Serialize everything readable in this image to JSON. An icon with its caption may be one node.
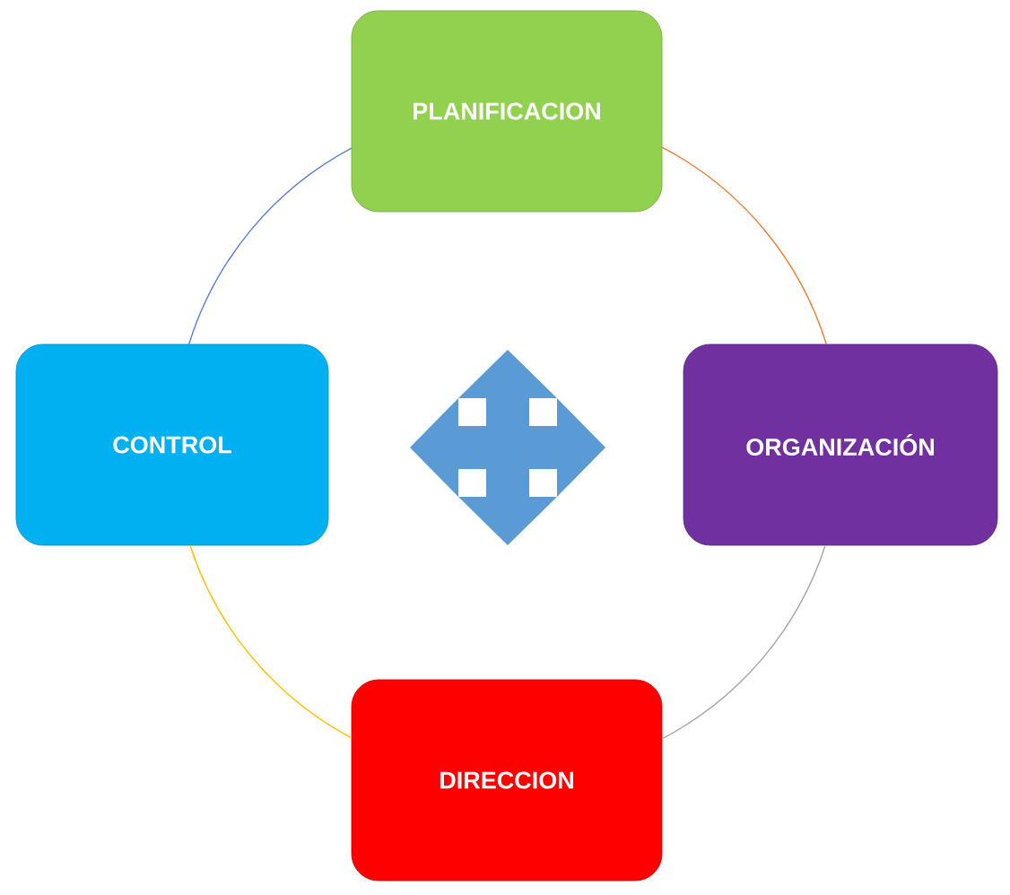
{
  "diagram": {
    "nodes": [
      {
        "text": [
          "PLANIFICACION"
        ]
      },
      {
        "text": [
          "CONTROL"
        ]
      },
      {
        "text": [
          "ORGANIZACIÓN"
        ]
      },
      {
        "text": [
          "DIRECCION"
        ]
      }
    ],
    "edges": [
      {
        "from": 0,
        "to": 2,
        "arrow": "none",
        "color": "#ed7d31"
      },
      {
        "from": 2,
        "to": 3,
        "arrow": "none",
        "color": "#a5a5a5"
      },
      {
        "from": 3,
        "to": 1,
        "arrow": "none",
        "color": "#ffc000"
      },
      {
        "from": 1,
        "to": 0,
        "arrow": "none",
        "color": "#5b7fd0"
      }
    ]
  }
}
